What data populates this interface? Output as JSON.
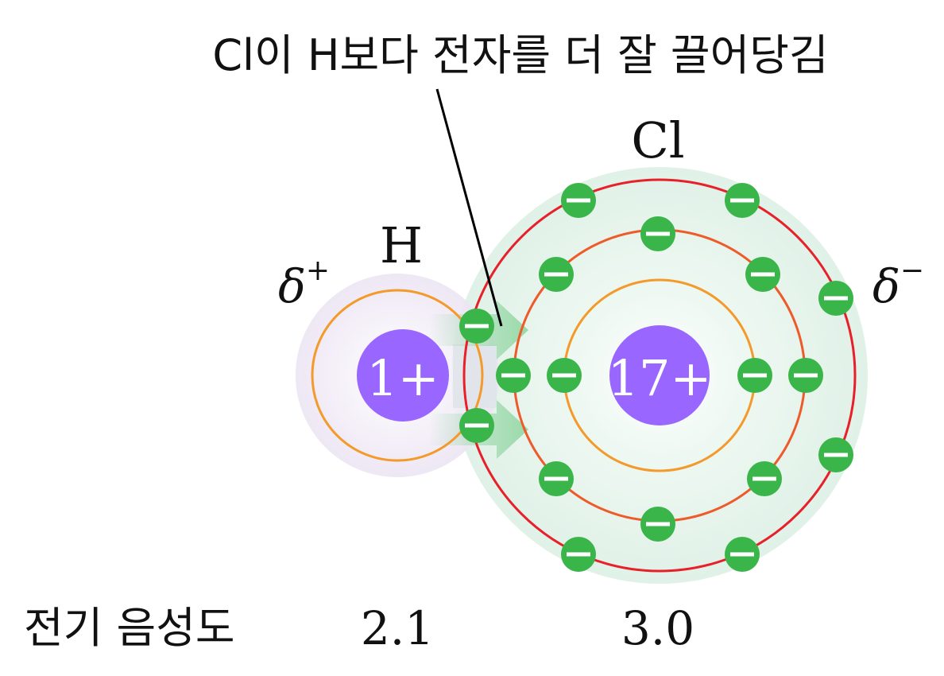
{
  "title": "Cl이 H보다 전자를 더 잘 끌어당김",
  "atoms": {
    "h": {
      "symbol": "H",
      "nucleus": "1+",
      "partial_charge": "δ",
      "partial_sign": "+",
      "electronegativity": "2.1"
    },
    "cl": {
      "symbol": "Cl",
      "nucleus": "17+",
      "partial_charge": "δ",
      "partial_sign": "−",
      "electronegativity": "3.0"
    }
  },
  "electronegativity_label": "전기 음성도",
  "colors": {
    "electron": "#3ab54a",
    "nucleus": "#9966ff",
    "cl_bg": "#e4f3ea",
    "h_bg": "#efe8f5",
    "shell_inner": "#f39a2b",
    "shell_mid": "#ee5a2a",
    "shell_outer": "#e8202a"
  }
}
